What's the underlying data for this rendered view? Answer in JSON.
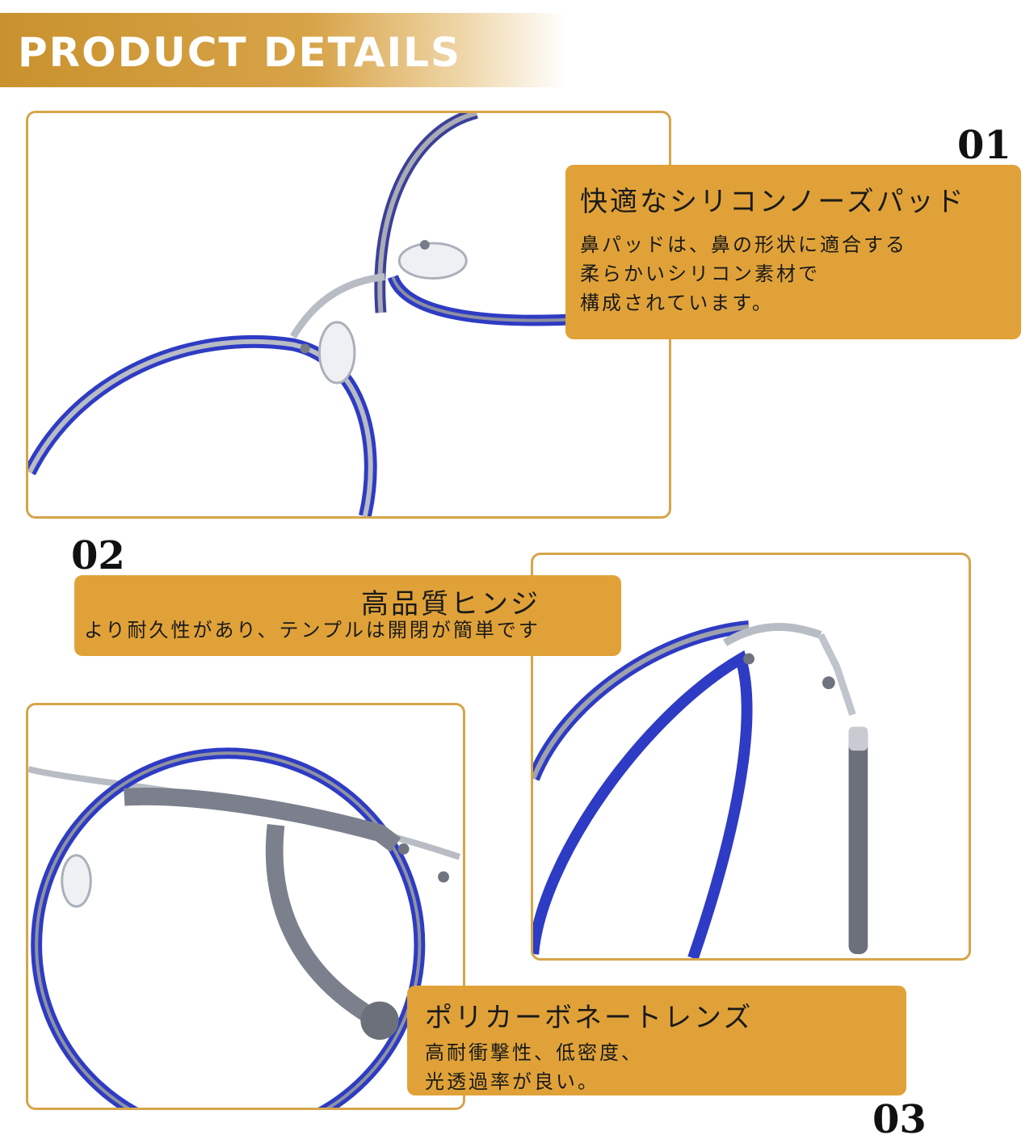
{
  "header": {
    "title": "PRODUCT DETAILS"
  },
  "features": [
    {
      "number": "01",
      "title": "快適なシリコンノーズパッド",
      "lines": [
        "鼻パッドは、鼻の形状に適合する",
        "柔らかいシリコン素材で",
        "構成されています。"
      ]
    },
    {
      "number": "02",
      "title": "高品質ヒンジ",
      "lines": [
        "より耐久性があり、テンプルは開閉が簡単です"
      ]
    },
    {
      "number": "03",
      "title": "ポリカーボネートレンズ",
      "lines": [
        "高耐衝撃性、低密度、",
        "光透過率が良い。"
      ]
    }
  ],
  "colors": {
    "accent": "#e0a238",
    "frame_border": "#d6a54a",
    "banner": "#c9922e"
  }
}
